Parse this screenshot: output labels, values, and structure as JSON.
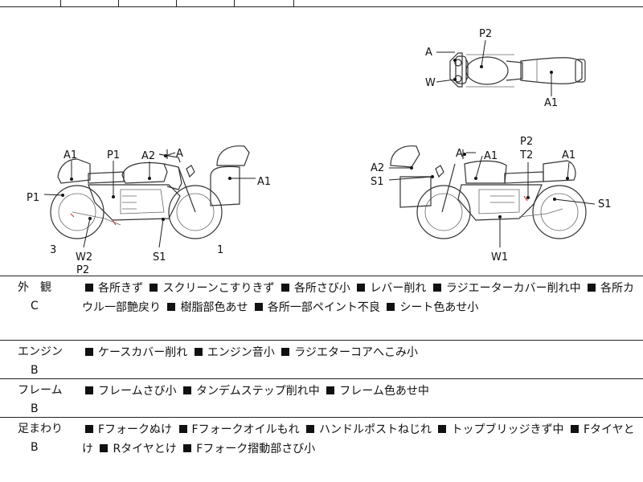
{
  "diagram": {
    "top_view": {
      "marks": {
        "a": "A",
        "p2": "P2",
        "w": "W",
        "a1": "A1"
      }
    },
    "left_view": {
      "marks": {
        "a1_rear": "A1",
        "p1_top": "P1",
        "a2": "A2",
        "a_mirror": "A",
        "a1_front": "A1",
        "p1_left": "P1",
        "num3": "3",
        "w2": "W2",
        "p2": "P2",
        "s1": "S1",
        "num1": "1"
      }
    },
    "right_view": {
      "marks": {
        "a2": "A2",
        "s1_left": "S1",
        "a_mirror": "A",
        "a1_mid": "A1",
        "p2": "P2",
        "t2": "T2",
        "a1_right": "A1",
        "s1_right": "S1",
        "w1": "W1"
      }
    }
  },
  "sections": [
    {
      "category": "外　観",
      "grade": "C",
      "items": [
        "各所きず",
        "スクリーンこすりきず",
        "各所さび小",
        "レバー削れ",
        "ラジエーターカバー削れ中",
        "各所カウル一部艶戻り",
        "樹脂部色あせ",
        "各所一部ペイント不良",
        "シート色あせ小"
      ]
    },
    {
      "category": "エンジン",
      "grade": "B",
      "items": [
        "ケースカバー削れ",
        "エンジン音小",
        "ラジエターコアへこみ小"
      ]
    },
    {
      "category": "フレーム",
      "grade": "B",
      "items": [
        "フレームさび小",
        "タンデムステップ削れ中",
        "フレーム色あせ中"
      ]
    },
    {
      "category": "足まわり",
      "grade": "B",
      "items": [
        "Fフォークぬけ",
        "Fフォークオイルもれ",
        "ハンドルポストねじれ",
        "トップブリッジきず中",
        "Fタイヤとけ",
        "Rタイヤとけ",
        "Fフォーク摺動部さび小"
      ]
    }
  ]
}
